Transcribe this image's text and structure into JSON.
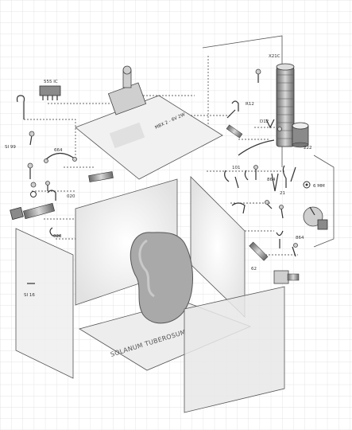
{
  "labels": {
    "potato_name": "SOLANUM TUBEROSUM",
    "chip_555": "555 IC",
    "x21c": "X21C",
    "r12": "R12",
    "d12": "D12",
    "t222": "222",
    "si99": "SI 99",
    "l664": "664",
    "c020": "020",
    "b101": "101",
    "n864": "864",
    "n21": "21",
    "mm6": "6 MM",
    "r864": "864",
    "l028": "028",
    "si16": "SI 16",
    "n62": "62",
    "board_mark": "MBX 2 - 6V 2W"
  },
  "colors": {
    "grid": "#dcdcdc",
    "line": "#333333",
    "potato": "#a9a9a9",
    "panel": "#ececec"
  }
}
